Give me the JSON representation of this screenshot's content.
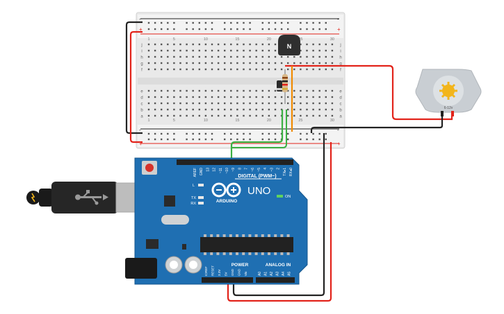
{
  "breadboard": {
    "row_letters_top": [
      "j",
      "i",
      "h",
      "g",
      "f"
    ],
    "row_letters_bottom": [
      "e",
      "d",
      "c",
      "b",
      "a"
    ],
    "column_numbers": [
      "1",
      "5",
      "10",
      "15",
      "20",
      "25",
      "30"
    ],
    "rail_plus": "+",
    "rail_minus": "-"
  },
  "transistor": {
    "label": "N"
  },
  "arduino": {
    "brand": "ARDUINO",
    "model": "UNO",
    "digital_label": "DIGITAL (PWM~)",
    "power_label": "POWER",
    "analog_label": "ANALOG IN",
    "on_label": "ON",
    "led_l": "L",
    "led_tx": "TX",
    "led_rx": "RX",
    "digital_pins": [
      "AREF",
      "GND",
      "13",
      "12",
      "~11",
      "~10",
      "~9",
      "8",
      "7",
      "~6",
      "~5",
      "4",
      "~3",
      "2",
      "TX▸1",
      "RX◂0"
    ],
    "power_pins": [
      "IOREF",
      "RESET",
      "3.3V",
      "5V",
      "GND",
      "GND",
      "Vin"
    ],
    "analog_pins": [
      "A0",
      "A1",
      "A2",
      "A3",
      "A4",
      "A5"
    ]
  },
  "motor": {
    "label": "6-12v"
  },
  "colors": {
    "wire_red": "#e2231a",
    "wire_black": "#222222",
    "wire_green": "#3cb043",
    "wire_orange": "#f08a00",
    "board_blue": "#1f6fb2",
    "breadboard": "#ececec"
  }
}
